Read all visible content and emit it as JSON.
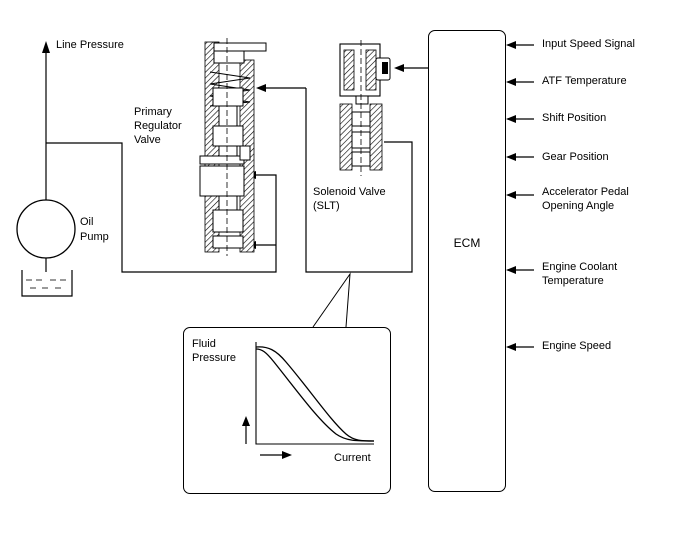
{
  "labels": {
    "line_pressure": "Line Pressure",
    "oil_pump": [
      "Oil",
      "Pump"
    ],
    "primary_regulator_valve": [
      "Primary",
      "Regulator",
      "Valve"
    ],
    "solenoid_valve": [
      "Solenoid Valve",
      "(SLT)"
    ],
    "ecm": "ECM",
    "fluid_pressure": [
      "Fluid",
      "Pressure"
    ],
    "current": "Current"
  },
  "ecm_inputs": [
    [
      "Input Speed Signal"
    ],
    [
      "ATF Temperature"
    ],
    [
      "Shift Position"
    ],
    [
      "Gear Position"
    ],
    [
      "Accelerator Pedal",
      "Opening Angle"
    ],
    [
      "Engine Coolant",
      "Temperature"
    ],
    [
      "Engine Speed"
    ]
  ]
}
